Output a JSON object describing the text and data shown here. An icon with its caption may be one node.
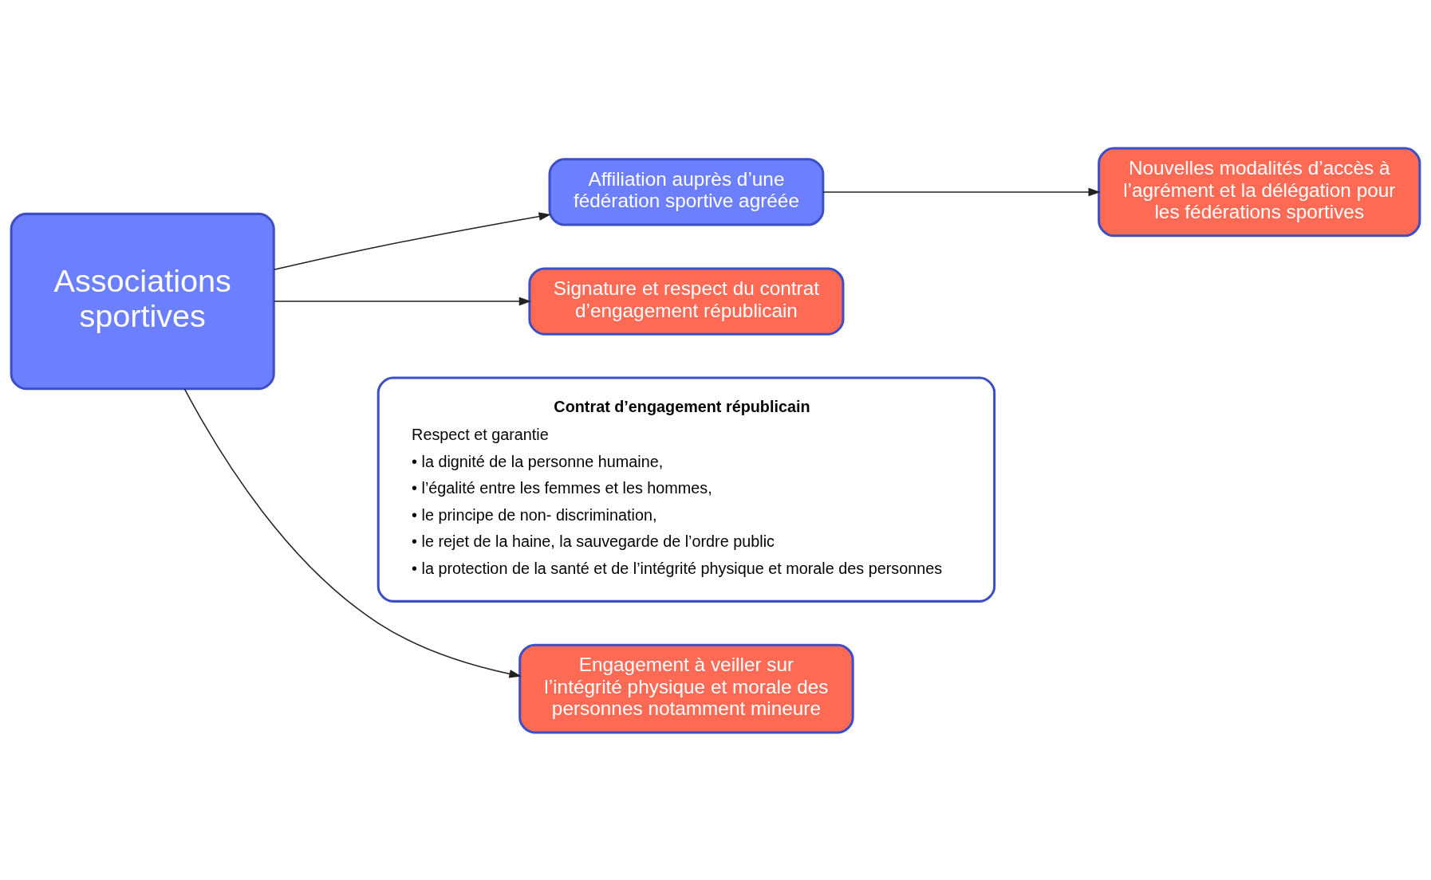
{
  "diagram": {
    "nodes": [
      {
        "text": [
          "Associations sportives"
        ]
      },
      {
        "text": [
          "Affiliation auprès d’une fédération sportive agréée"
        ]
      },
      {
        "text": [
          "Nouvelles modalités d’accès à l’agrément et la délégation pour les fédérations sportives"
        ]
      },
      {
        "text": [
          "Signature et respect du contrat d’engagement républicain"
        ]
      },
      {
        "text": [
          "Contrat d’engagement républicain",
          "Respect et garantie",
          "• la dignité de la personne humaine,",
          "• l’égalité entre les femmes et les hommes,",
          "• le principe de non- discrimination,",
          "• le rejet de la haine, la sauvegarde de l’ordre public",
          "• la protection de la santé et de l’intégrité physique et morale des personnes"
        ]
      },
      {
        "text": [
          "Engagement à veiller sur l’intégrité physique et morale des personnes notamment mineure"
        ]
      }
    ],
    "edges": [
      {
        "from": 0,
        "to": 1,
        "arrow": "to"
      },
      {
        "from": 1,
        "to": 2,
        "arrow": "to"
      },
      {
        "from": 0,
        "to": 3,
        "arrow": "to"
      },
      {
        "from": 0,
        "to": 5,
        "arrow": "to"
      }
    ]
  }
}
